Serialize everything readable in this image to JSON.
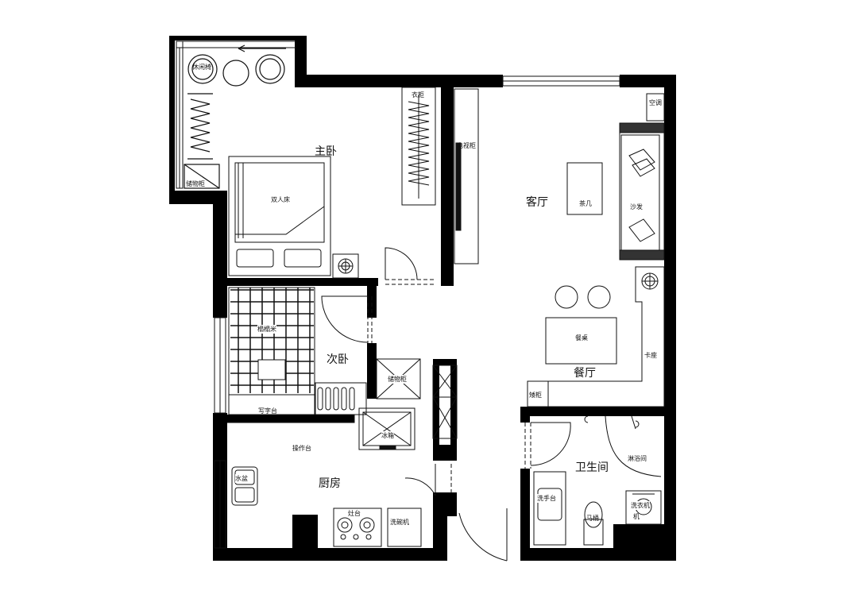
{
  "rooms": {
    "master_bedroom": "主卧",
    "living_room": "客厅",
    "second_bedroom": "次卧",
    "dining_room": "餐厅",
    "kitchen": "厨房",
    "bathroom": "卫生间"
  },
  "furniture": {
    "leisure_chair": "休闲椅",
    "storage_cabinet_balcony": "储物柜",
    "double_bed": "双人床",
    "wardrobe": "衣柜",
    "tv_cabinet": "电视柜",
    "air_conditioner": "空调",
    "coffee_table": "茶几",
    "sofa": "沙发",
    "tatami": "榻榻米",
    "desk": "写字台",
    "storage_cabinet_hall": "储物柜",
    "fridge": "冰箱",
    "dining_table": "餐桌",
    "booth_seat": "卡座",
    "side_cabinet": "矮柜",
    "counter": "操作台",
    "sink": "水盆",
    "stove": "灶台",
    "dishwasher": "洗碗机",
    "shower": "淋浴间",
    "washbasin": "洗手台",
    "toilet": "马桶",
    "washer": "洗衣机",
    "washer_tail": "机"
  },
  "colors": {
    "wall": "#000000",
    "line": "#222222",
    "background": "#ffffff"
  }
}
